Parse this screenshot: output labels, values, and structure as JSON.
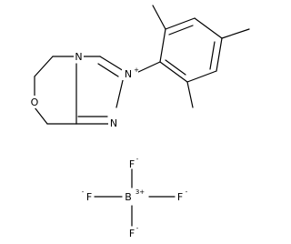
{
  "atoms": {
    "n_ring_top": "N",
    "n_plus": "N",
    "plus_charge": "+",
    "n_bottom": "N",
    "o_morpholine": "O",
    "f_top": "F",
    "f_left": "F",
    "f_right": "F",
    "f_bottom": "F",
    "boron": "B",
    "boron_charge": "3+",
    "f_minus_top": "-",
    "f_minus_left": "-",
    "f_minus_right": "-",
    "f_minus_bottom": "-"
  }
}
